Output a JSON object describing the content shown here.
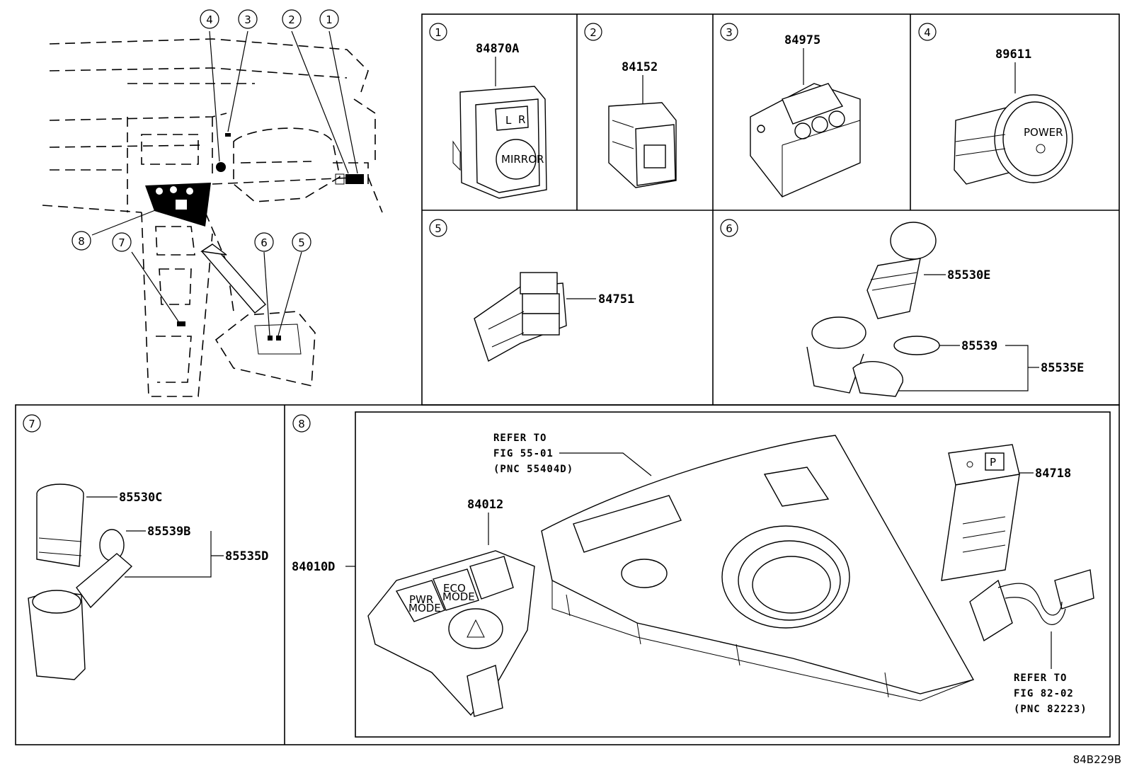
{
  "diagram_id": "84B229B",
  "callouts": [
    "1",
    "2",
    "3",
    "4",
    "5",
    "6",
    "7",
    "8"
  ],
  "parts": {
    "p84870A": "84870A",
    "p84152": "84152",
    "p84975": "84975",
    "p89611": "89611",
    "p84751": "84751",
    "p85530E": "85530E",
    "p85539": "85539",
    "p85535E": "85535E",
    "p85530C": "85530C",
    "p85539B": "85539B",
    "p85535D": "85535D",
    "p84010D": "84010D",
    "p84012": "84012",
    "p84718": "84718"
  },
  "refs": {
    "ref1": [
      "REFER TO",
      "FIG 55-01",
      "(PNC 55404D)"
    ],
    "ref2": [
      "REFER TO",
      "FIG 82-02",
      "(PNC 82223)"
    ]
  },
  "part_markings": {
    "mirror": "MIRROR",
    "l": "L",
    "r": "R",
    "power": "POWER",
    "pwr_mode": [
      "PWR",
      "MODE"
    ],
    "eco_mode": [
      "ECO",
      "MODE"
    ],
    "p": "P"
  }
}
